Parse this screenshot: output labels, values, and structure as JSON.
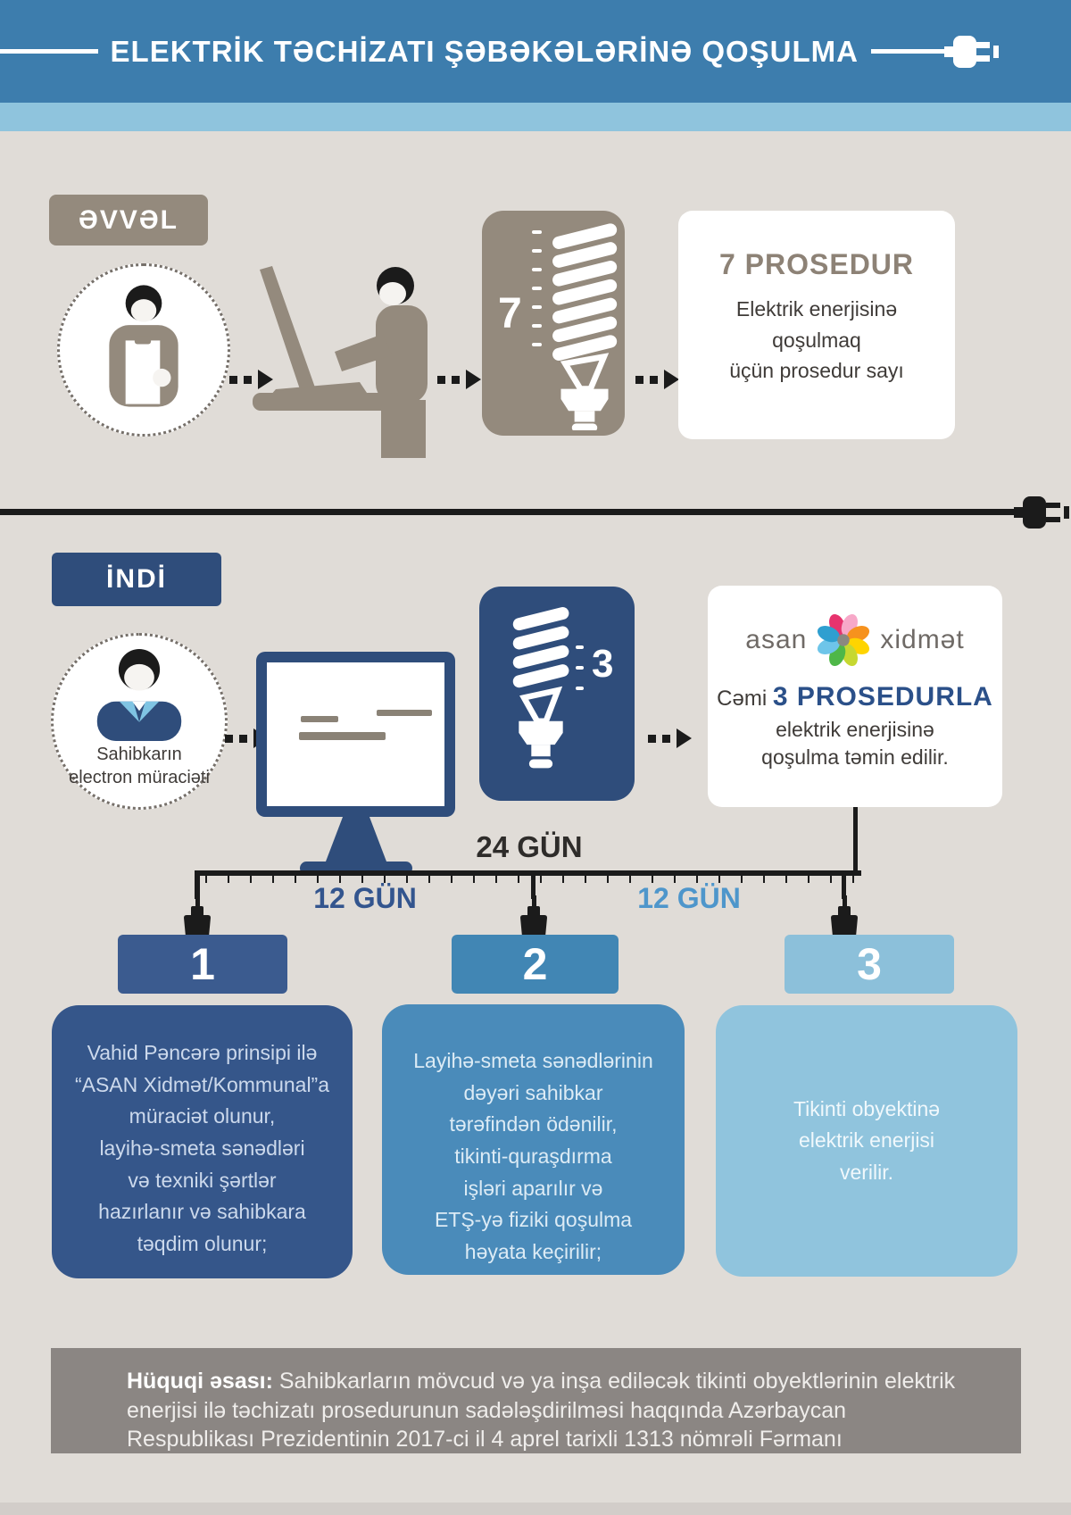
{
  "header": {
    "title": "ELEKTRİK TƏCHİZATI ŞƏBƏKƏLƏRİNƏ QOŞULMA"
  },
  "before": {
    "label": "ƏVVƏL",
    "count": "7",
    "card_title": "7 PROSEDUR",
    "card_body": "Elektrik enerjisinə\nqoşulmaq\nüçün prosedur sayı"
  },
  "after": {
    "label": "İNDİ",
    "avatar_caption": "Sahibkarın\nelectron müraciəti",
    "count": "3",
    "logo_left": "asan",
    "logo_right": "xidmət",
    "card_prefix": "Cəmi ",
    "card_highlight": "3 PROSEDURLA",
    "card_body": "elektrik enerjisinə\nqoşulma təmin edilir."
  },
  "timeline": {
    "total_label": "24 GÜN",
    "span_left": "12 GÜN",
    "span_right": "12 GÜN",
    "steps": [
      {
        "number": "1",
        "text": "Vahid Pəncərə prinsipi ilə\n“ASAN  Xidmət/Kommunal”a\nmüraciət olunur,\nlayihə-smeta sənədləri\nvə texniki şərtlər\nhazırlanır və sahibkara\ntəqdim olunur;"
      },
      {
        "number": "2",
        "text": "Layihə-smeta sənədlərinin\ndəyəri sahibkar\ntərəfindən ödənilir,\ntikinti-quraşdırma\nişləri aparılır və\nETŞ-yə fiziki qoşulma\nhəyata keçirilir;"
      },
      {
        "number": "3",
        "text": "Tikinti obyektinə\nelektrik enerjisi\nverilir."
      }
    ]
  },
  "footer": {
    "label": "Hüquqi əsası:",
    "text": " Sahibkarların mövcud və ya inşa ediləcək tikinti obyektlərinin elektrik enerjisi ilə təchizatı prosedurunun sadələşdirilməsi haqqında Azərbaycan Respublikası Prezidentinin 2017-ci il 4 aprel tarixli 1313 nömrəli Fərmanı"
  },
  "colors": {
    "header_blue": "#3d7dad",
    "header_strip": "#8fc4dd",
    "background": "#e0dcd7",
    "taupe": "#948a7d",
    "navy": "#2f4d7b",
    "step1_bg": "#35568a",
    "step2_bg": "#4a8bba",
    "step3_bg": "#90c4dd",
    "footer_grey": "#8b8683",
    "highlight_blue": "#2b5089",
    "gun12_left": "#33558e",
    "gun12_right": "#4e96cb"
  }
}
